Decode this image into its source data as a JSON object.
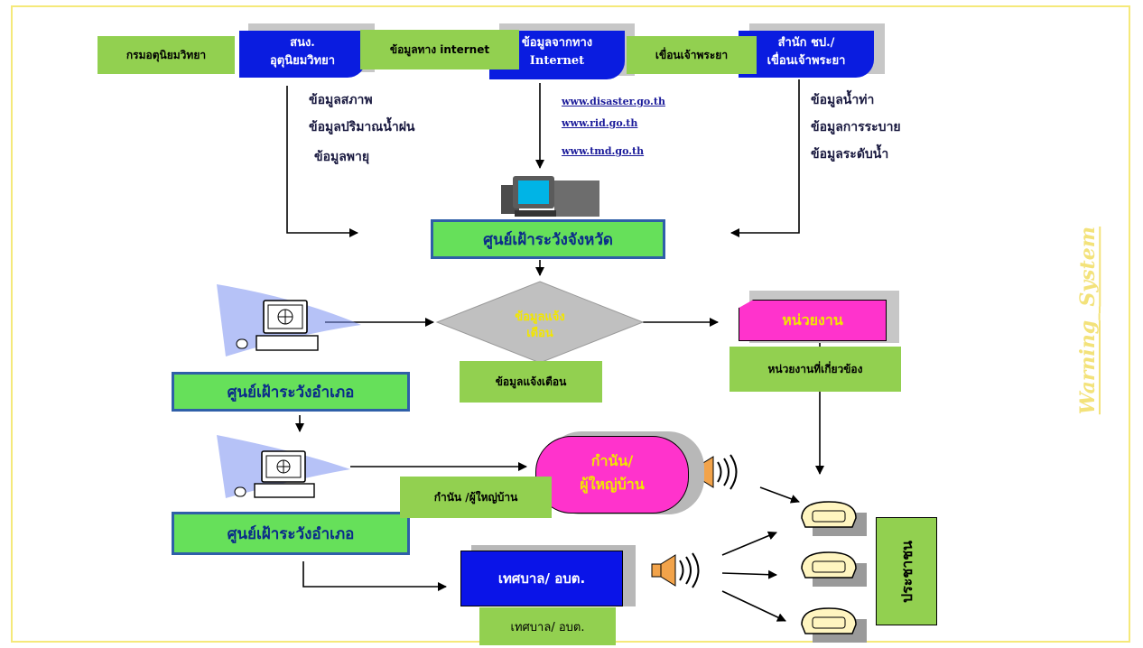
{
  "labels": {
    "tmd": "กรมอตุนิยมวิทยา",
    "internet_data": "ข้อมูลทาง internet",
    "chao_phraya": "เขื่อนเจ้าพระยา",
    "warning_data": "ข้อมูลแจ้งเตือน",
    "related_agencies": "หน่วยงานที่เกี่ยวข้อง",
    "kamnan": "กำนัน /ผู้ใหญ่บ้าน",
    "municipality": "เทศบาล/ อบต."
  },
  "sources": {
    "met_line1": "สนง.",
    "met_line2": "อุตุนิยมวิทยา",
    "internet_line1": "ข้อมูลจากทาง",
    "internet_line2": "Internet",
    "office_line1": "สำนัก ชป./",
    "office_line2": "เขื่อนเจ้าพระยา"
  },
  "met_data": [
    "ข้อมูลสภาพ",
    "ข้อมูลปริมาณน้ำฝน",
    "ข้อมูลพายุ"
  ],
  "websites": [
    "www.disaster.go.th",
    "www.rid.go.th",
    "www.tmd.go.th"
  ],
  "dam_data": [
    "ข้อมูลน้ำท่า",
    "ข้อมูลการระบาย",
    "ข้อมูลระดับน้ำ"
  ],
  "nodes": {
    "province_center": "ศูนย์เฝ้าระวังจังหวัด",
    "district_center_1": "ศูนย์เฝ้าระวังอำเภอ",
    "district_center_2": "ศูนย์เฝ้าระวังอำเภอ",
    "diamond_line1": "ข้อมูลแจ้ง",
    "diamond_line2": "เตือน",
    "agency": "หน่วยงาน",
    "kamnan_line1": "กำนัน/",
    "kamnan_line2": "ผู้ใหญ่บ้าน",
    "municipality": "เทศบาล/ อบต.",
    "public": "ประชาชน"
  },
  "side_title": {
    "word1": "Warning",
    "word2": "System"
  },
  "colors": {
    "green_label": "#92d050",
    "green_box": "#66e05a",
    "doc_blue": "#0a1ce0",
    "magenta": "#ff33cc",
    "diamond_gray": "#c0c0c0",
    "side_title_yellow": "#f3e27a"
  }
}
